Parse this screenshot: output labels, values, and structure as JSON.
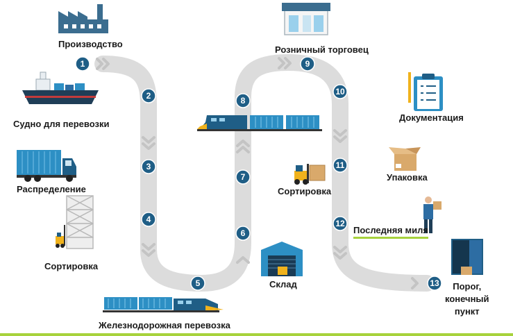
{
  "colors": {
    "flow": "#dcdcdc",
    "chevron": "#c4c4c4",
    "badge": "#1f5e86",
    "accent_green": "#a7d23c",
    "container_blue": "#2d8fc4",
    "industry": "#3b6d8f"
  },
  "steps": [
    {
      "n": "1",
      "label": "Производство",
      "icon": "factory-icon"
    },
    {
      "n": "2",
      "label": "Судно для перевозки",
      "icon": "ship-icon"
    },
    {
      "n": "3",
      "label": "Распределение",
      "icon": "truck-icon"
    },
    {
      "n": "4",
      "label": "Сортировка",
      "icon": "forklift-icon"
    },
    {
      "n": "5",
      "label": "Железнодорожная  перевозка",
      "icon": "train-icon"
    },
    {
      "n": "6",
      "label": "Склад",
      "icon": "warehouse-icon"
    },
    {
      "n": "7",
      "label": "Сортировка",
      "icon": "forklift-icon"
    },
    {
      "n": "8",
      "label": "",
      "icon": "train-icon"
    },
    {
      "n": "9",
      "label": "Розничный торговец",
      "icon": "store-icon"
    },
    {
      "n": "10",
      "label": "Документация",
      "icon": "clipboard-icon"
    },
    {
      "n": "11",
      "label": "Упаковка",
      "icon": "box-icon"
    },
    {
      "n": "12",
      "label": "Последняя миля",
      "icon": "courier-icon"
    },
    {
      "n": "13",
      "label": "Порог,\nконечный\nпункт",
      "icon": "door-icon"
    }
  ]
}
